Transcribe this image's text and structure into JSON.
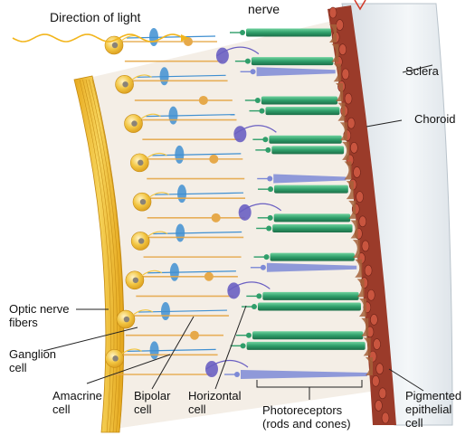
{
  "diagram": {
    "light_label": "Direction of light",
    "top_label": "nerve",
    "labels": {
      "sclera": "Sclera",
      "choroid": "Choroid",
      "optic_nerve_fibers": "Optic nerve\nfibers",
      "ganglion_cell": "Ganglion\ncell",
      "amacrine_cell": "Amacrine\ncell",
      "bipolar_cell": "Bipolar\ncell",
      "horizontal_cell": "Horizontal\ncell",
      "photoreceptors": "Photoreceptors\n(rods and cones)",
      "pigmented_epithelial_cell": "Pigmented\nepithelial\ncell"
    },
    "colors": {
      "light_wave": "#f2b51c",
      "optic_fiber": "#f0c233",
      "ganglion": "#f2c541",
      "amacrine": "#e6a94a",
      "bipolar": "#3f8fd1",
      "horizontal": "#6a5fc2",
      "rod": "#2f9e6a",
      "cone": "#7d89d6",
      "choroid": "#9b3b2a",
      "sclera": "#e9eef2"
    }
  }
}
